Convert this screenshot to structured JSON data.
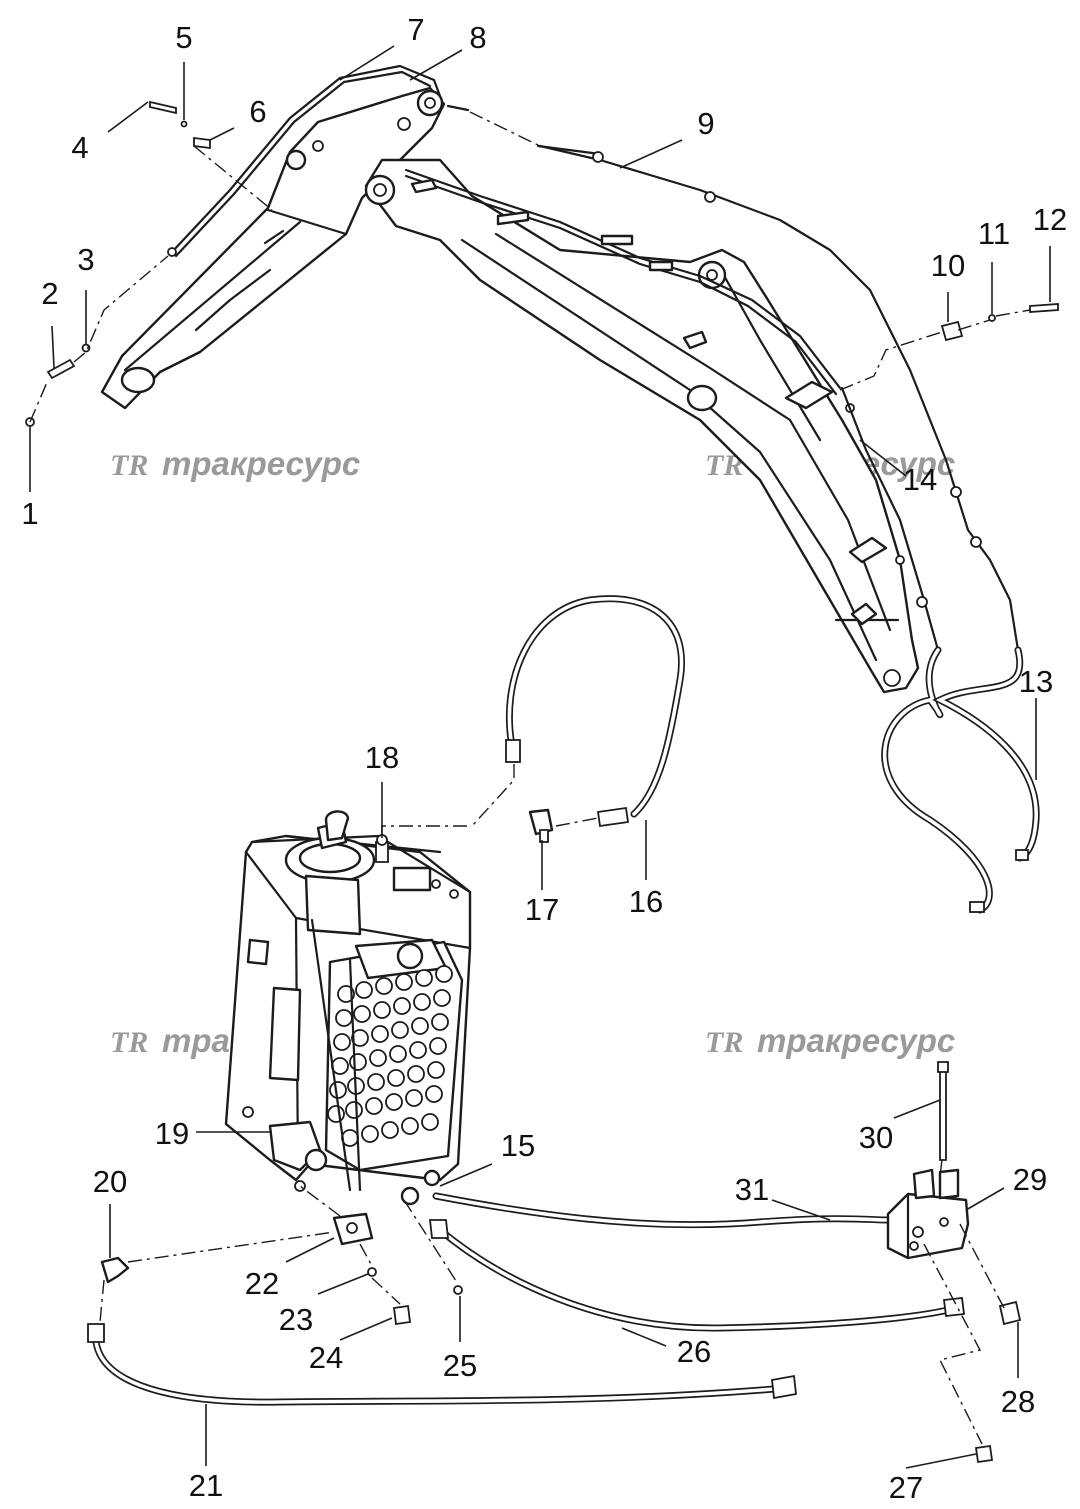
{
  "watermark": {
    "logo": "TR",
    "text": "тракресурс"
  },
  "callouts": [
    {
      "id": "1",
      "text": "1"
    },
    {
      "id": "2",
      "text": "2"
    },
    {
      "id": "3",
      "text": "3"
    },
    {
      "id": "4",
      "text": "4"
    },
    {
      "id": "5",
      "text": "5"
    },
    {
      "id": "6",
      "text": "6"
    },
    {
      "id": "7",
      "text": "7"
    },
    {
      "id": "8",
      "text": "8"
    },
    {
      "id": "9",
      "text": "9"
    },
    {
      "id": "10",
      "text": "10"
    },
    {
      "id": "11",
      "text": "11"
    },
    {
      "id": "12",
      "text": "12"
    },
    {
      "id": "13",
      "text": "13"
    },
    {
      "id": "14",
      "text": "14"
    },
    {
      "id": "15",
      "text": "15"
    },
    {
      "id": "16",
      "text": "16"
    },
    {
      "id": "17",
      "text": "17"
    },
    {
      "id": "18",
      "text": "18"
    },
    {
      "id": "19",
      "text": "19"
    },
    {
      "id": "20",
      "text": "20"
    },
    {
      "id": "21",
      "text": "21"
    },
    {
      "id": "22",
      "text": "22"
    },
    {
      "id": "23",
      "text": "23"
    },
    {
      "id": "24",
      "text": "24"
    },
    {
      "id": "25",
      "text": "25"
    },
    {
      "id": "26",
      "text": "26"
    },
    {
      "id": "27",
      "text": "27"
    },
    {
      "id": "28",
      "text": "28"
    },
    {
      "id": "29",
      "text": "29"
    },
    {
      "id": "30",
      "text": "30"
    },
    {
      "id": "31",
      "text": "31"
    }
  ]
}
